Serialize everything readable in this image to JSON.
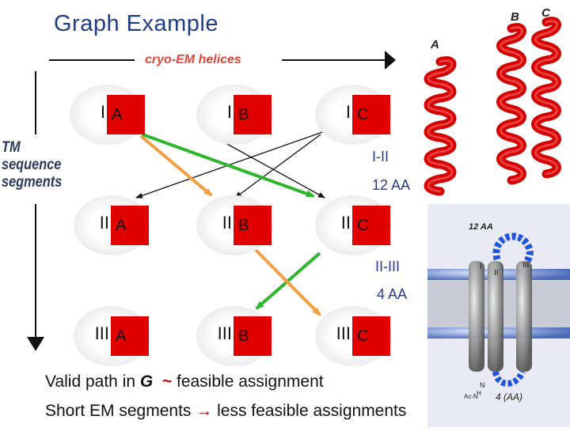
{
  "title": "Graph Example",
  "axes": {
    "top_label": "cryo-EM helices",
    "side_label": [
      "TM",
      "sequence",
      "segments"
    ]
  },
  "nodes": [
    {
      "roman": "I",
      "letter": "A"
    },
    {
      "roman": "I",
      "letter": "B"
    },
    {
      "roman": "I",
      "letter": "C"
    },
    {
      "roman": "II",
      "letter": "A"
    },
    {
      "roman": "II",
      "letter": "B"
    },
    {
      "roman": "II",
      "letter": "C"
    },
    {
      "roman": "III",
      "letter": "A"
    },
    {
      "roman": "III",
      "letter": "B"
    },
    {
      "roman": "III",
      "letter": "C"
    }
  ],
  "edges": [
    {
      "from": "I-A",
      "to": "II-C",
      "color": "#2db52d"
    },
    {
      "from": "I-A",
      "to": "II-B",
      "color": "#f0a040"
    },
    {
      "from": "I-B",
      "to": "II-C",
      "color": "#111111"
    },
    {
      "from": "I-C",
      "to": "II-A",
      "color": "#111111"
    },
    {
      "from": "I-C",
      "to": "II-B",
      "color": "#111111"
    },
    {
      "from": "II-C",
      "to": "III-B",
      "color": "#2db52d"
    },
    {
      "from": "II-B",
      "to": "III-C",
      "color": "#f0a040"
    }
  ],
  "edge_labels": {
    "i_ii": "I-II",
    "i_ii_gap": "12 AA",
    "ii_iii": "II-III",
    "ii_iii_gap": "4 AA"
  },
  "captions": {
    "line1_pre": "Valid path in ",
    "line1_em": "G",
    "line1_tilde": "~",
    "line1_post": "feasible assignment",
    "line2_pre": "Short EM segments",
    "line2_arrow": "→",
    "line2_post": "less feasible assignments"
  },
  "helices": {
    "labels": [
      "A",
      "B",
      "C"
    ],
    "color": "#d40000"
  },
  "topology_figure": {
    "loop_label": "12 AA",
    "helix_labels": [
      "I",
      "II",
      "III"
    ],
    "bottom_label": "4 (AA)",
    "terminus_n": "N",
    "terminus_h": "H",
    "terminus_ac": "Ac-N"
  },
  "colors": {
    "title": "#1f3d82",
    "box": "#e00000",
    "green_edge": "#2db52d",
    "orange_edge": "#f0a040"
  }
}
